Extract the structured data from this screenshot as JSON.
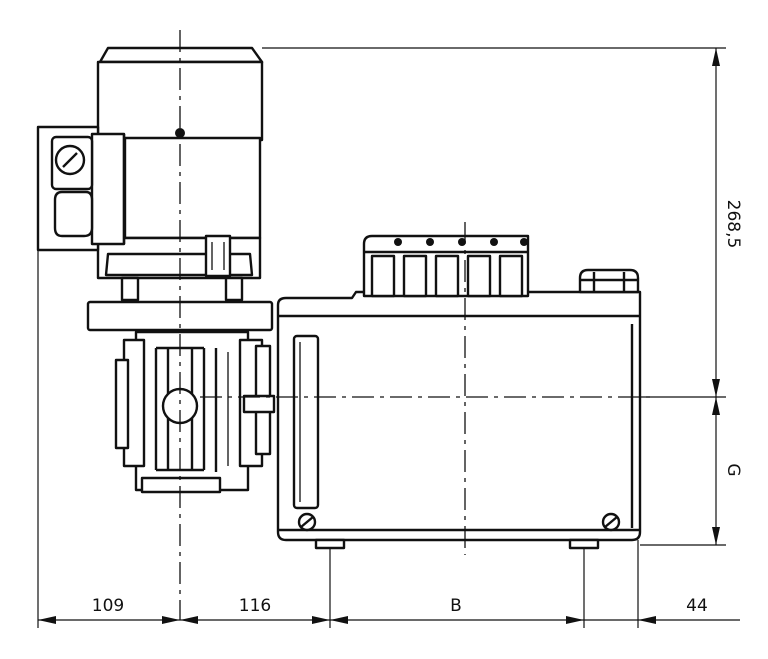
{
  "dimensions": {
    "d109": "109",
    "d116": "116",
    "dB": "B",
    "d44": "44",
    "height": "268,5",
    "G": "G"
  }
}
